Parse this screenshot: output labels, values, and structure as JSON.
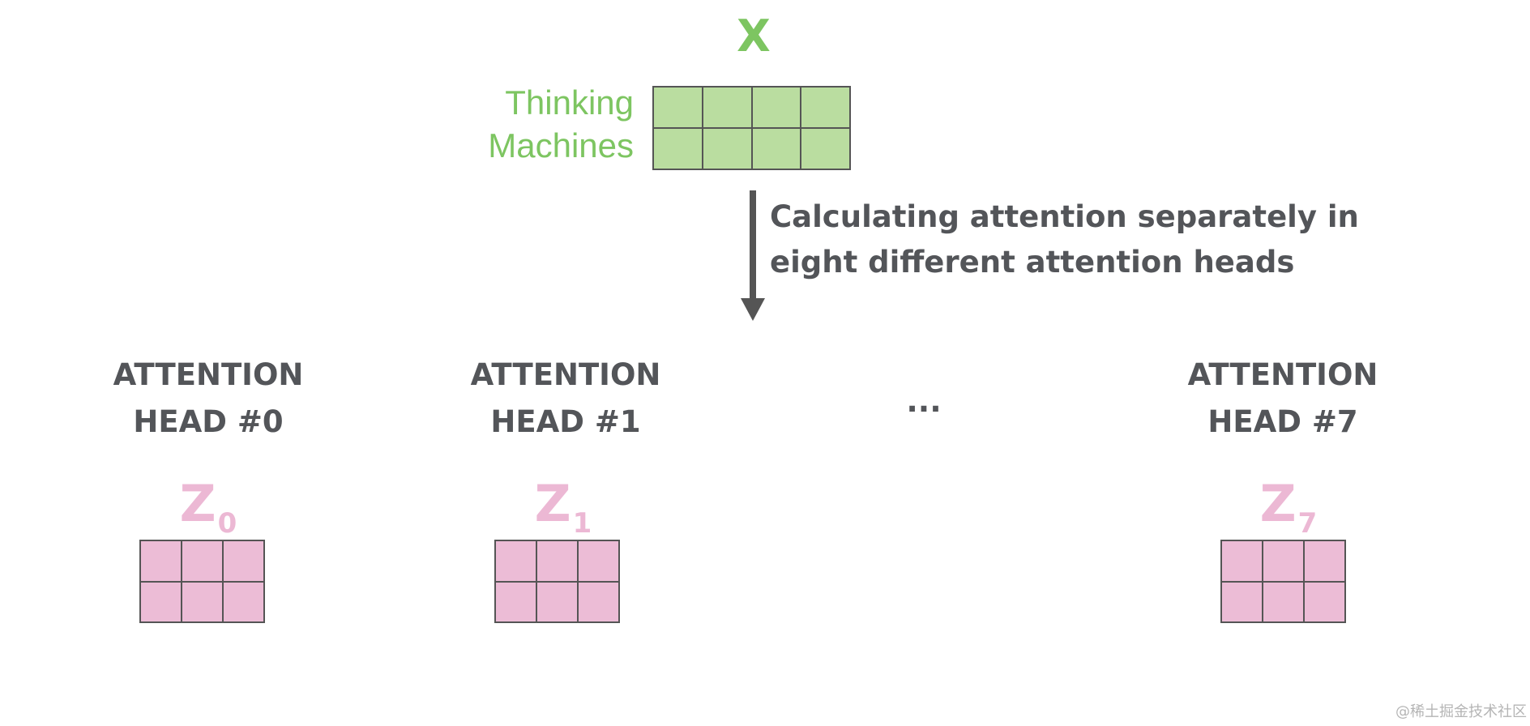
{
  "colors": {
    "green_text": "#7dc561",
    "green_cell": "#badda0",
    "pink_text": "#ecb8d4",
    "pink_cell": "#ecbcd6",
    "dark_text": "#535559",
    "grid_line": "#555555"
  },
  "input": {
    "symbol": "X",
    "words": [
      "Thinking",
      "Machines"
    ],
    "rows": 2,
    "cols": 4
  },
  "caption": {
    "lines": [
      "Calculating attention separately in",
      "eight different attention heads"
    ]
  },
  "heads": [
    {
      "title_lines": [
        "ATTENTION",
        "HEAD #0"
      ],
      "z_symbol": "Z",
      "z_subscript": "0",
      "rows": 2,
      "cols": 3
    },
    {
      "title_lines": [
        "ATTENTION",
        "HEAD #1"
      ],
      "z_symbol": "Z",
      "z_subscript": "1",
      "rows": 2,
      "cols": 3
    },
    {
      "title_lines": [
        "ATTENTION",
        "HEAD #7"
      ],
      "z_symbol": "Z",
      "z_subscript": "7",
      "rows": 2,
      "cols": 3
    }
  ],
  "ellipsis": "...",
  "watermark": "@稀土掘金技术社区"
}
